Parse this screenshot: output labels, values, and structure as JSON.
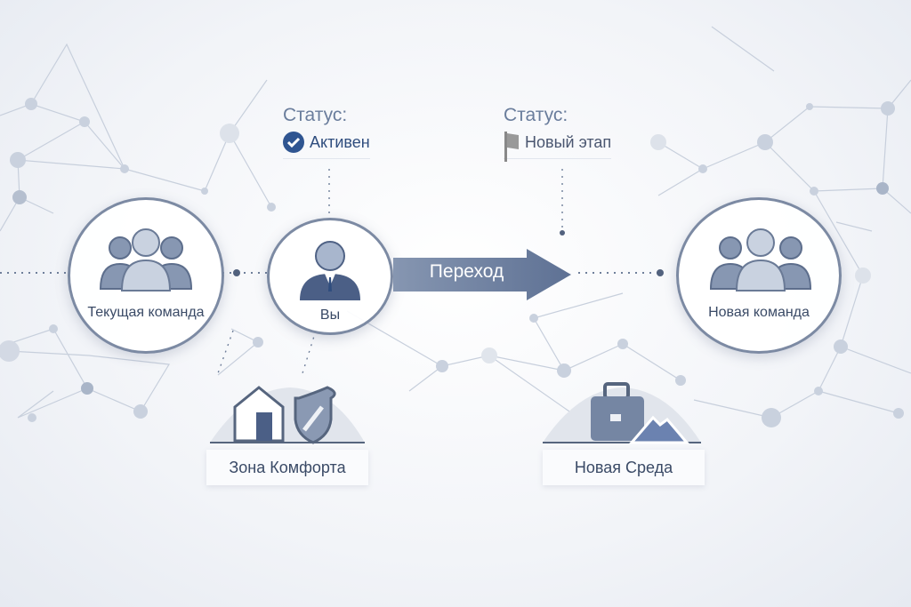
{
  "current_team": {
    "label": "Текущая команда"
  },
  "you": {
    "label": "Вы"
  },
  "new_team": {
    "label": "Новая команда"
  },
  "status_left": {
    "title": "Статус:",
    "value": "Активен",
    "icon": "check-circle-icon"
  },
  "status_right": {
    "title": "Статус:",
    "value": "Новый этап",
    "icon": "flag-icon"
  },
  "transition": {
    "label": "Переход"
  },
  "comfort_zone": {
    "label": "Зона Комфорта",
    "icon": "house-shield-icon"
  },
  "new_environment": {
    "label": "Новая Среда",
    "icon": "briefcase-mountain-icon"
  },
  "colors": {
    "accent": "#2f5591",
    "line": "#7c8aa3",
    "arrow": "#6b7f9f"
  }
}
